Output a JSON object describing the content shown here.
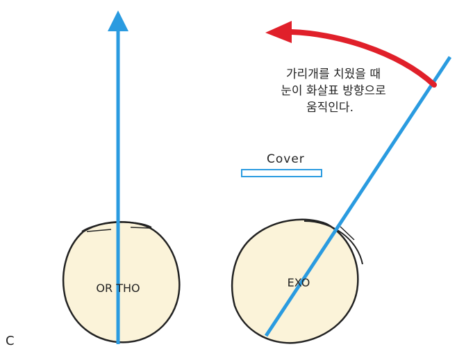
{
  "panel_label": "C",
  "left_eye": {
    "label": "OR THO"
  },
  "right_eye": {
    "label": "EXO"
  },
  "cover": {
    "label": "Cover"
  },
  "note": {
    "lines": [
      "가리개를 치웠을 때",
      "눈이 화살표 방향으로",
      "움직인다."
    ]
  },
  "colors": {
    "axis_arrow": "#2a9be0",
    "movement_arrow": "#e0202a",
    "eye_fill": "#fbf3d9",
    "outline": "#222222",
    "cover_outline": "#2a9be0"
  }
}
